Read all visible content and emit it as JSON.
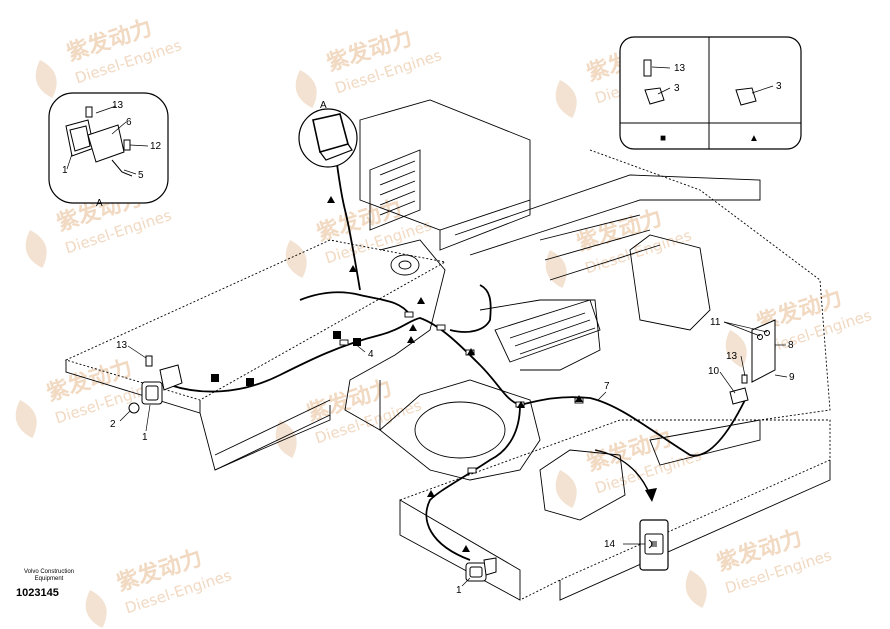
{
  "watermark": {
    "brand_cn": "紫发动力",
    "brand_en": "Diesel-Engines"
  },
  "legend": {
    "left_symbol": "■",
    "right_symbol": "▲"
  },
  "detail": {
    "label": "A"
  },
  "callouts": {
    "c1": "1",
    "c2": "2",
    "c3": "3",
    "c4": "4",
    "c5": "5",
    "c6": "6",
    "c7": "7",
    "c8": "8",
    "c9": "9",
    "c10": "10",
    "c11": "11",
    "c12": "12",
    "c13": "13",
    "c14": "14"
  },
  "footer": {
    "company": "Volvo Construction Equipment",
    "drawing_number": "1023145"
  }
}
